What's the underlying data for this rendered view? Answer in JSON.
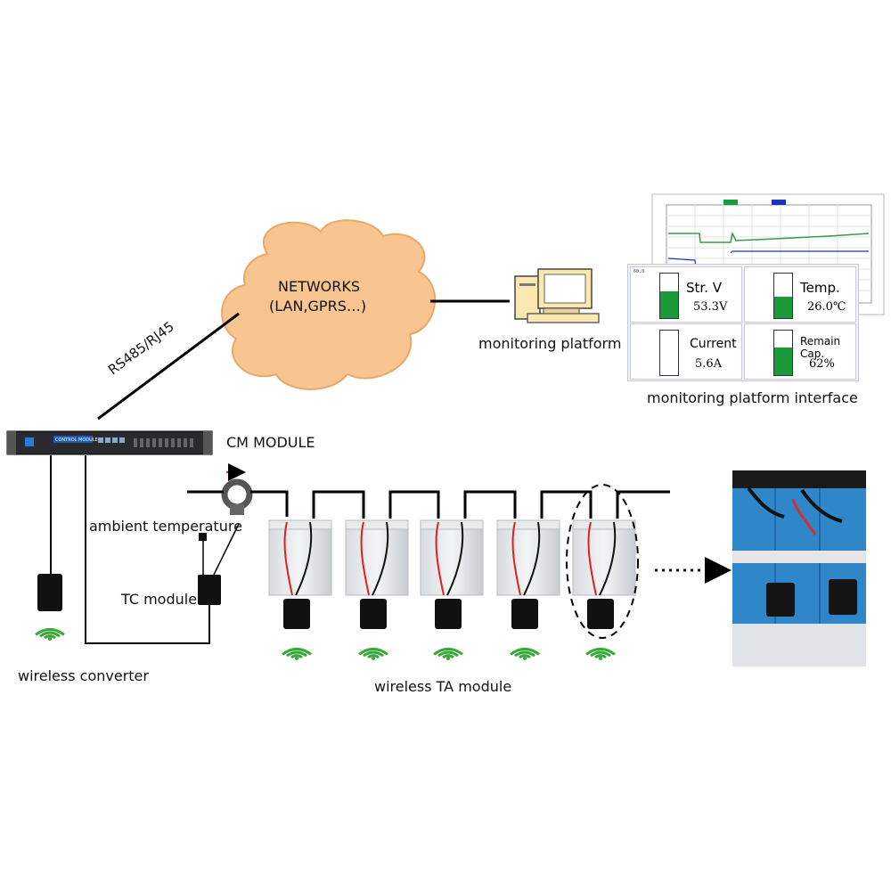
{
  "labels": {
    "networks_line1": "NETWORKS",
    "networks_line2": "(LAN,GPRS…)",
    "rs485": "RS485/RJ45",
    "monitoring_platform": "monitoring platform",
    "monitoring_interface": "monitoring platform interface",
    "cm_module": "CM MODULE",
    "ambient_temperature": "ambient temperature",
    "tc_module": "TC module",
    "wireless_converter": "wireless converter",
    "wireless_ta_module": "wireless TA module",
    "control_module_panel": "CONTROL MODULE"
  },
  "dashboard": {
    "tiles": [
      {
        "title": "Str. V",
        "value": "53.3V",
        "level": 0.6
      },
      {
        "title": "Temp.",
        "value": "26.0℃",
        "level": 0.45
      },
      {
        "title": "Current",
        "value": "5.6A",
        "level": 0
      },
      {
        "title": "Remain Cap.",
        "value": "62%",
        "level": 0.62
      }
    ]
  },
  "colors": {
    "cloud": "#f8c48f",
    "tile_fill": "#1a9a3a",
    "battery_rack": "#2f86c8",
    "wire_red": "#e02020",
    "signal_green": "#3aa83a",
    "arrow_red": "#e02020"
  }
}
